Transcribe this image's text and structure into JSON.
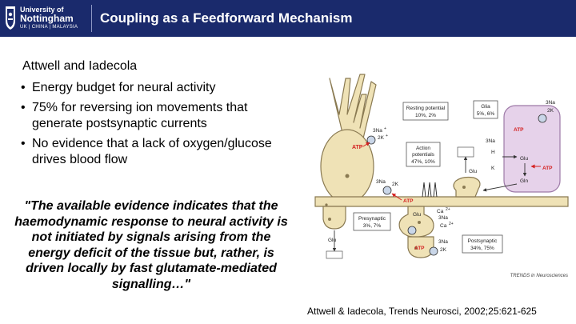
{
  "header": {
    "logo": {
      "line1": "University of",
      "line2": "Nottingham",
      "line3": "UK | CHINA | MALAYSIA"
    },
    "title": "Coupling as a Feedforward Mechanism"
  },
  "content": {
    "subtitle": "Attwell and Iadecola",
    "bullets": [
      "Energy budget for neural activity",
      "75% for reversing ion movements that generate postsynaptic currents",
      "No evidence that a lack of oxygen/glucose drives blood flow"
    ],
    "quote": "\"The available evidence indicates that the haemodynamic response to neural activity is not initiated by signals arising from the energy deficit of the tissue but, rather, is driven locally by fast glutamate-mediated signalling…\""
  },
  "figure": {
    "boxes": {
      "resting": {
        "line1": "Resting potential",
        "line2": "10%, 2%"
      },
      "glia": {
        "line1": "Glia",
        "line2": "5%, 6%"
      },
      "action": {
        "line1": "Action",
        "line2": "potentials",
        "line3": "47%, 10%"
      },
      "presynaptic": {
        "line1": "Presynaptic",
        "line2": "3%, 7%"
      },
      "postsynaptic": {
        "line1": "Postsynaptic",
        "line2": "34%, 75%"
      }
    },
    "labels": {
      "atp": "ATP",
      "na3": "3Na",
      "k2": "2K",
      "h": "H",
      "k": "K",
      "glu": "Glu",
      "gln": "Gln",
      "ca": "Ca",
      "plus": "+",
      "two_plus": "2+"
    },
    "credit": "TRENDS in Neurosciences",
    "colors": {
      "glia_fill": "#e6d2ea",
      "glia_stroke": "#9e7aa8",
      "neuron_fill": "#efe2b6",
      "neuron_stroke": "#8a7a52",
      "arrow_red": "#d42020",
      "atp_red": "#d42020"
    }
  },
  "citation": "Attwell & Iadecola, Trends Neurosci, 2002;25:621-625"
}
